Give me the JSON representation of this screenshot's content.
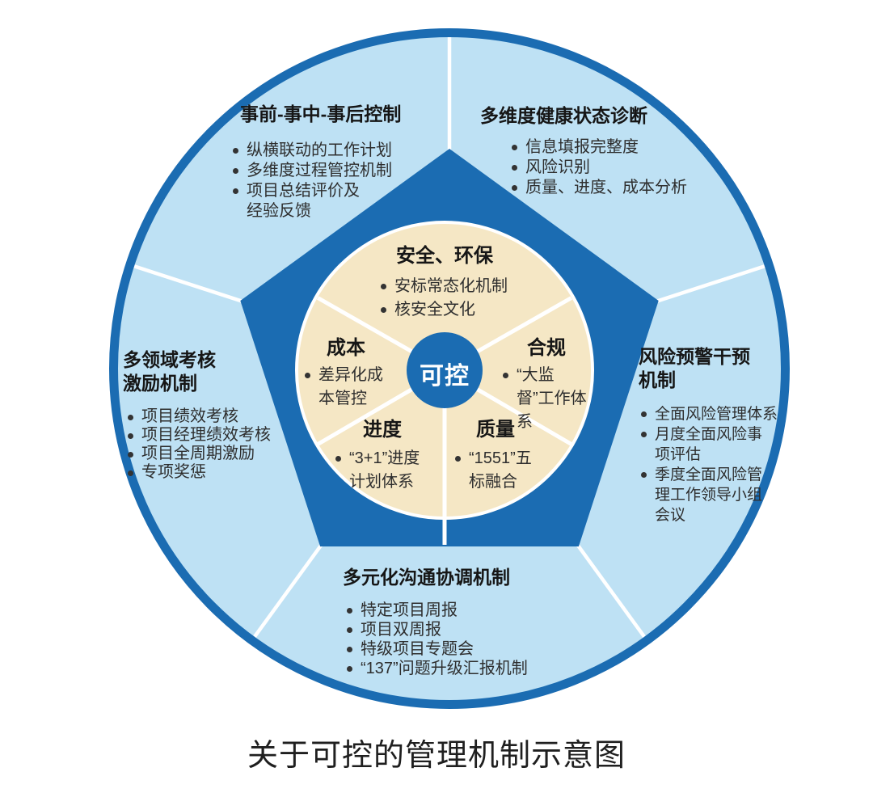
{
  "caption": "关于可控的管理机制示意图",
  "colors": {
    "dark_blue": "#1B6CB2",
    "light_blue": "#BEE1F4",
    "cream": "#F5E7C5",
    "divider_white": "#FFFFFF",
    "text_dark": "#2E2E2E"
  },
  "center": {
    "label": "可控"
  },
  "outer_sectors": [
    {
      "title": "事前-事中-事后控制",
      "bullets": [
        "纵横联动的工作计划",
        "多维度过程管控机制",
        "项目总结评价及经验反馈"
      ]
    },
    {
      "title": "多维度健康状态诊断",
      "bullets": [
        "信息填报完整度",
        "风险识别",
        "质量、进度、成本分析"
      ]
    },
    {
      "title": "风险预警干预机制",
      "bullets": [
        "全面风险管理体系",
        "月度全面风险事项评估",
        "季度全面风险管理工作领导小组会议"
      ]
    },
    {
      "title": "多元化沟通协调机制",
      "bullets": [
        "特定项目周报",
        "项目双周报",
        "特级项目专题会",
        "“137”问题升级汇报机制"
      ]
    },
    {
      "title": "多领域考核激励机制",
      "bullets": [
        "项目绩效考核",
        "项目经理绩效考核",
        "项目全周期激励",
        "专项奖惩"
      ]
    }
  ],
  "inner_wedges": [
    {
      "title": "安全、环保",
      "bullets": [
        "安标常态化机制",
        "核安全文化"
      ]
    },
    {
      "title": "成本",
      "bullets": [
        "差异化成本管控"
      ]
    },
    {
      "title": "合规",
      "bullets": [
        "“大监督”工作体系"
      ]
    },
    {
      "title": "进度",
      "bullets": [
        "“3+1”进度计划体系"
      ]
    },
    {
      "title": "质量",
      "bullets": [
        "“1551”五标融合"
      ]
    }
  ]
}
